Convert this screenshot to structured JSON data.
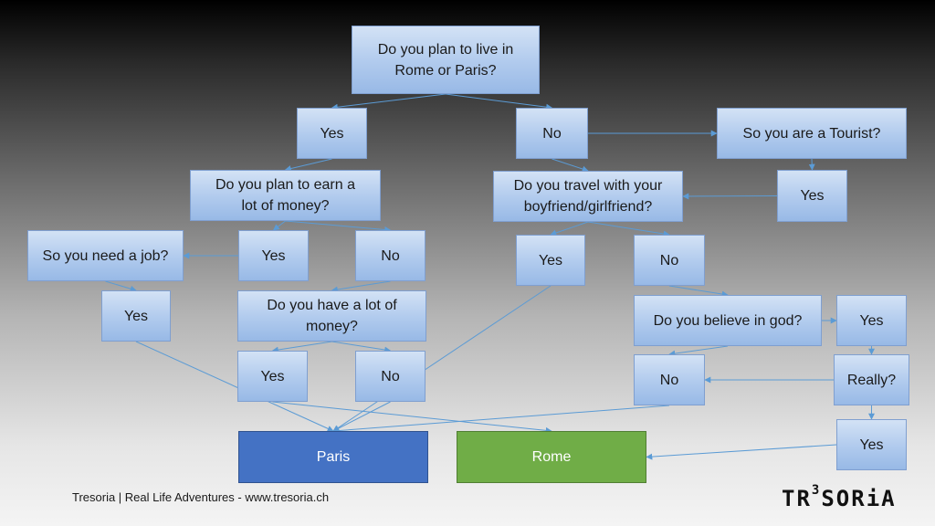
{
  "nodes": {
    "q_live": "Do you plan to live in\nRome or Paris?",
    "a_yes_1": "Yes",
    "a_no_1": "No",
    "q_tourist": "So you are a Tourist?",
    "q_money": "Do you plan to earn a\nlot of money?",
    "q_travel": "Do you travel with your\nboyfriend/girlfriend?",
    "a_yes_tourist": "Yes",
    "q_job": "So you need a job?",
    "a_yes_money": "Yes",
    "a_no_money": "No",
    "a_yes_travel": "Yes",
    "a_no_travel": "No",
    "a_yes_job": "Yes",
    "q_have_money": "Do you have a lot of\nmoney?",
    "q_god": "Do you believe in god?",
    "a_yes_god": "Yes",
    "a_yes_have": "Yes",
    "a_no_have": "No",
    "a_no_god": "No",
    "q_really": "Really?",
    "a_yes_really": "Yes",
    "paris": "Paris",
    "rome": "Rome"
  },
  "edges": [
    [
      "q_live",
      "a_yes_1"
    ],
    [
      "q_live",
      "a_no_1"
    ],
    [
      "a_no_1",
      "q_tourist"
    ],
    [
      "a_yes_1",
      "q_money"
    ],
    [
      "a_no_1",
      "q_travel"
    ],
    [
      "q_tourist",
      "a_yes_tourist"
    ],
    [
      "a_yes_tourist",
      "q_travel"
    ],
    [
      "q_money",
      "a_yes_money"
    ],
    [
      "q_money",
      "a_no_money"
    ],
    [
      "a_yes_money",
      "q_job"
    ],
    [
      "q_job",
      "a_yes_job"
    ],
    [
      "a_no_money",
      "q_have_money"
    ],
    [
      "q_travel",
      "a_yes_travel"
    ],
    [
      "q_travel",
      "a_no_travel"
    ],
    [
      "a_no_travel",
      "q_god"
    ],
    [
      "q_have_money",
      "a_yes_have"
    ],
    [
      "q_have_money",
      "a_no_have"
    ],
    [
      "q_god",
      "a_yes_god"
    ],
    [
      "q_god",
      "a_no_god"
    ],
    [
      "a_yes_god",
      "q_really"
    ],
    [
      "q_really",
      "a_no_god"
    ],
    [
      "q_really",
      "a_yes_really"
    ],
    [
      "a_yes_job",
      "paris"
    ],
    [
      "a_yes_have",
      "rome"
    ],
    [
      "a_no_have",
      "paris"
    ],
    [
      "a_yes_travel",
      "paris"
    ],
    [
      "a_no_god",
      "paris"
    ],
    [
      "a_yes_really",
      "rome"
    ]
  ],
  "colors": {
    "box_fill": "#b3ccee",
    "box_border": "#7f9fd0",
    "paris_fill": "#4472c4",
    "rome_fill": "#70ad47",
    "connector": "#5b9bd5"
  },
  "footer": "Tresoria | Real Life Adventures - www.tresoria.ch",
  "logo": {
    "before": "TR",
    "superscript": "3",
    "after": "SORiA"
  }
}
